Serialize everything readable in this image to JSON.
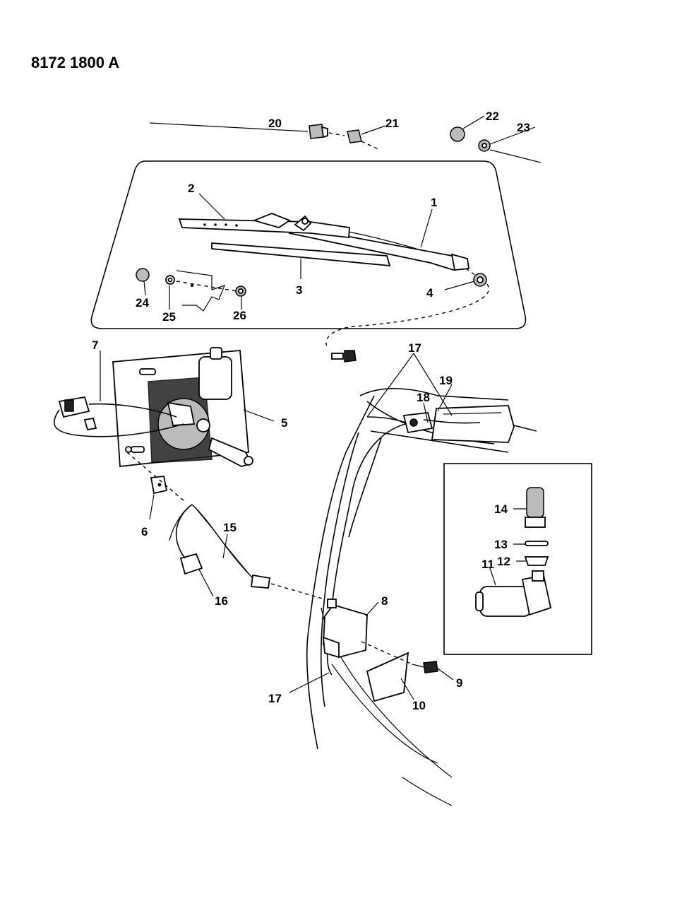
{
  "drawing_code": "8172 1800 A",
  "callouts": {
    "c1": "1",
    "c2": "2",
    "c3": "3",
    "c4": "4",
    "c5": "5",
    "c6": "6",
    "c7": "7",
    "c8": "8",
    "c9": "9",
    "c10": "10",
    "c11": "11",
    "c12": "12",
    "c13": "13",
    "c14": "14",
    "c15": "15",
    "c16": "16",
    "c17a": "17",
    "c17b": "17",
    "c18": "18",
    "c19": "19",
    "c20": "20",
    "c21": "21",
    "c22": "22",
    "c23": "23",
    "c24": "24",
    "c25": "25",
    "c26": "26"
  }
}
